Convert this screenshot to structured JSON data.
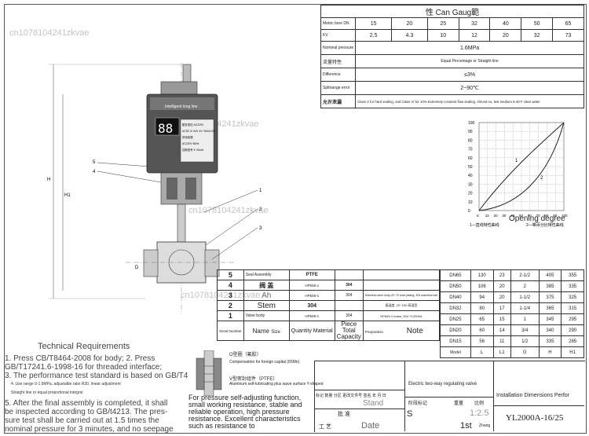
{
  "watermarks": [
    "cn1078104241zkvae",
    "cn1078104241zkvae",
    "cn1078104241zkvae",
    "cn1078104241zkvae"
  ],
  "spec": {
    "title": "性 Can Gaug範",
    "bore_label": "Metric bore DN",
    "kv_label": "KV",
    "bores": [
      "15",
      "20",
      "25",
      "32",
      "40",
      "50",
      "65"
    ],
    "kv": [
      "2.5",
      "4.3",
      "10",
      "12",
      "20",
      "32",
      "73"
    ],
    "pressure_label": "Nominal pressure",
    "pressure_value": "1.6MPa",
    "flow_char_label": "流量特性",
    "flow_char_value": "Equal Percentage or Straight line",
    "difference_label": "Difference",
    "difference_value": "≤3%",
    "split_label": "Splitrange error",
    "split_value": "2~90℃",
    "leak_label": "允许泄漏",
    "leak_value": "Class V for hard sealing, and Class VI for 10% Extremely constant flow sealing. Almost no, test medium 5-40 F clear water"
  },
  "graph": {
    "ytick_labels": [
      "100",
      "90",
      "80",
      "70",
      "60",
      "50",
      "40",
      "30",
      "20",
      "10",
      "0"
    ],
    "xtick_labels": [
      "0",
      "10",
      "20",
      "30",
      "40",
      "50",
      "60",
      "70",
      "80",
      "90",
      "100"
    ],
    "curve1_label": "1",
    "curve2_label": "2",
    "xlabel": "Opening degree",
    "legend_1": "1—直线特性曲线",
    "legend_2": "2—等百分比特性曲线"
  },
  "actuator": {
    "top_label": "Intelligent long line",
    "display": "88",
    "plate_lines": [
      "额定电压 AC220V",
      "ACDC 6~24V 4V~20mA DC",
      "供电电源",
      "AC220V 50Hz",
      "控制信号 4~20mA"
    ],
    "callouts": [
      "5",
      "4",
      "1",
      "2",
      "3"
    ],
    "dim_h": "H",
    "dim_h1": "H1",
    "dim_d": "D"
  },
  "parts": {
    "rows": [
      {
        "no": "5",
        "name": "Seal Assembly",
        "material": "PTFE",
        "qty": "",
        "note": ""
      },
      {
        "no": "4",
        "name": "阀 盖",
        "material": "HPb59-1",
        "qty": "304",
        "note": ""
      },
      {
        "no": "3",
        "name": "Ah",
        "material": "HPb59-1",
        "qty": "304",
        "note": "Stainless steel body-20~70 lead plating, 304 stainless ball"
      },
      {
        "no": "2",
        "name": "Stem",
        "material": "304",
        "qty": "",
        "note": "接温度 -20~150 高温型"
      },
      {
        "no": "1",
        "name": "Valve body",
        "material": "HPb59-1",
        "qty": "304",
        "note": "HPb59-1 brass; 304 YL2000A"
      }
    ],
    "header": {
      "no": "Serial Number",
      "name": "Name",
      "size": "Size",
      "material": "Quantity Material",
      "qty": "Piece Total Capacity",
      "prep": "Preparation",
      "note": "Note"
    }
  },
  "dims": {
    "headers": [
      "Model",
      "L",
      "L1",
      "G",
      "H",
      "H1"
    ],
    "rows": [
      [
        "DN65",
        "130",
        "23",
        "2-1/2",
        "405",
        "355"
      ],
      [
        "DN50",
        "106",
        "20",
        "2",
        "385",
        "335"
      ],
      [
        "DN40",
        "94",
        "20",
        "1-1/2",
        "375",
        "325"
      ],
      [
        "DN32",
        "80",
        "17",
        "1-1/4",
        "365",
        "315"
      ],
      [
        "DN25",
        "65",
        "15",
        "1",
        "345",
        "295"
      ],
      [
        "DN20",
        "60",
        "14",
        "3/4",
        "340",
        "290"
      ],
      [
        "DN15",
        "56",
        "11",
        "1/2",
        "335",
        "285"
      ]
    ]
  },
  "tech": {
    "title": "Technical Requirements",
    "line1": "1. Press CB/T8464-2008 for body; 2. Press",
    "line2": "GB/T17241.6-1998-16 for threaded interface;",
    "line3": "3. The performance test standard is based on GB/T4",
    "small1": "4. Use range 0-1.6MPa, adjustable ratio R30, linear adjustment",
    "small2": "Straight line or equal proportional integral",
    "line4": "5. After the final assembly is completed, it shall",
    "line5": "be inspected according to GB/t4213. The pres-",
    "line6": "sure test shall be carried out at 1.5 times the",
    "line7": "nominal pressure for 3 minutes, and no seepage"
  },
  "seal": {
    "o_ring": "O型圈（氟胶）",
    "comp": "Compensation for foreign capital (65Mn)",
    "v_ring": "V型密封组件（PTFE）",
    "surface": "Aluminum self-lubricating plus wave surface Y-shaped",
    "pressure_text": "For pressure self-adjusting function, small working resistance, stable and reliable operation, high pressure resistance. Excellent characteristics such as resistance to"
  },
  "title_block": {
    "product": "Electric two-way regulating valve",
    "install": "Installation Dimensions Perfor",
    "model": "YL2000A-16/25",
    "scale": "1:2.5",
    "sheet": "1st",
    "zhang": "Zhang",
    "date": "Date",
    "s_label": "S",
    "check": "批 准",
    "craft": "工 艺",
    "stand": "Stand",
    "mark": "标记 数量 分区 更改文件号 签名 年 月 日",
    "stage": "阶段标记",
    "weight": "重量",
    "ratio": "比例"
  }
}
